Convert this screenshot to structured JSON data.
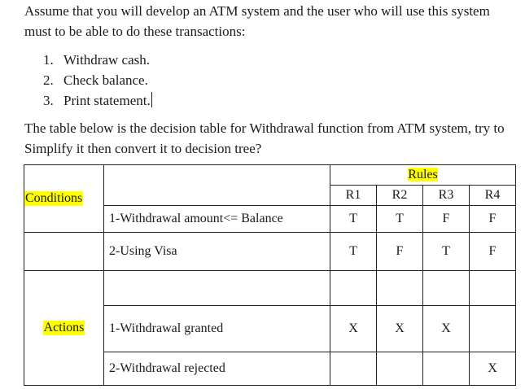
{
  "intro": "Assume that you will develop an ATM system and the user who will use this system must to be able to do these transactions:",
  "transactions": [
    {
      "num": "1.",
      "text": "Withdraw cash."
    },
    {
      "num": "2.",
      "text": "Check balance."
    },
    {
      "num": "3.",
      "text": "Print statement."
    }
  ],
  "paragraph2": "The table below is the decision table for Withdrawal function from ATM system, try to Simplify it then convert it to decision tree?",
  "table": {
    "rules_header": "Rules",
    "rule_labels": [
      "R1",
      "R2",
      "R3",
      "R4"
    ],
    "conditions_label": "Conditions",
    "actions_label": "Actions",
    "conditions": [
      {
        "text": "1-Withdrawal amount<= Balance",
        "values": [
          "T",
          "T",
          "F",
          "F"
        ]
      },
      {
        "text": "2-Using Visa",
        "values": [
          "T",
          "F",
          "T",
          "F"
        ]
      }
    ],
    "actions": [
      {
        "text": "1-Withdrawal granted",
        "values": [
          "X",
          "X",
          "X",
          ""
        ]
      },
      {
        "text": "2-Withdrawal rejected",
        "values": [
          "",
          "",
          "",
          "X"
        ]
      }
    ]
  },
  "highlight_color": "#ffff00"
}
